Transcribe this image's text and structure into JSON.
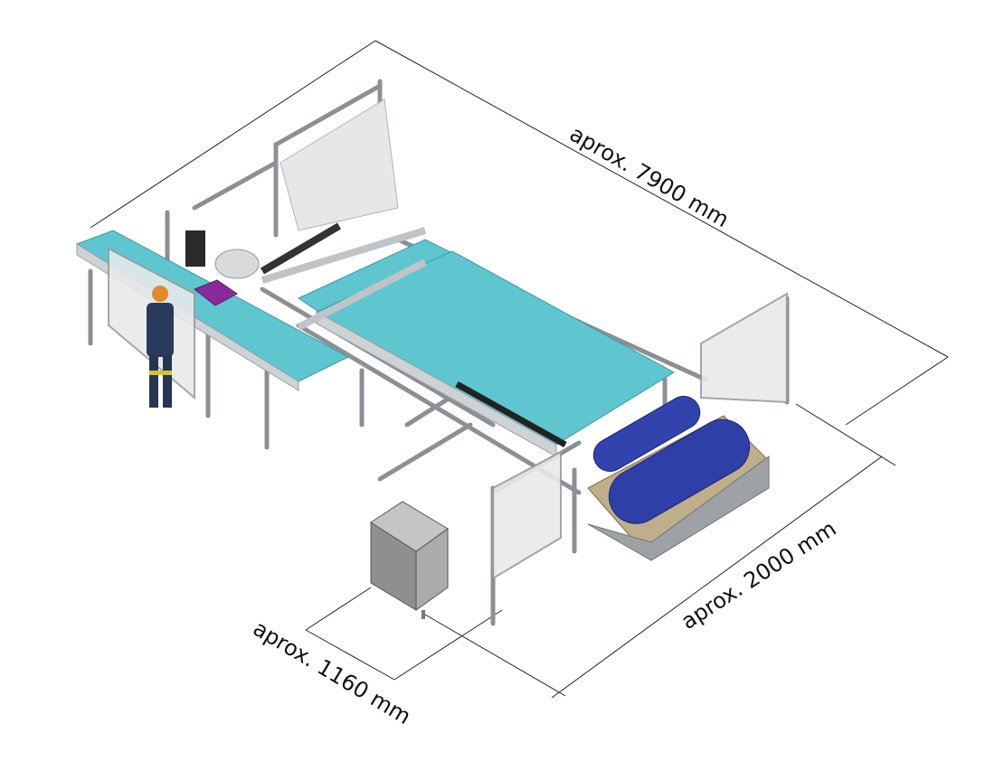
{
  "dimensions": {
    "length_label": "aprox. 7900 mm",
    "width_label": "aprox. 2000 mm",
    "cabinet_label": "aprox. 1160 mm"
  },
  "colors": {
    "belt": "#5fc6d0",
    "frame": "#b9bcc0",
    "roll": "#2f3fa8",
    "cabinet": "#8d8f91",
    "accent_purple": "#8a2a9a",
    "dimension_line": "#222222"
  }
}
